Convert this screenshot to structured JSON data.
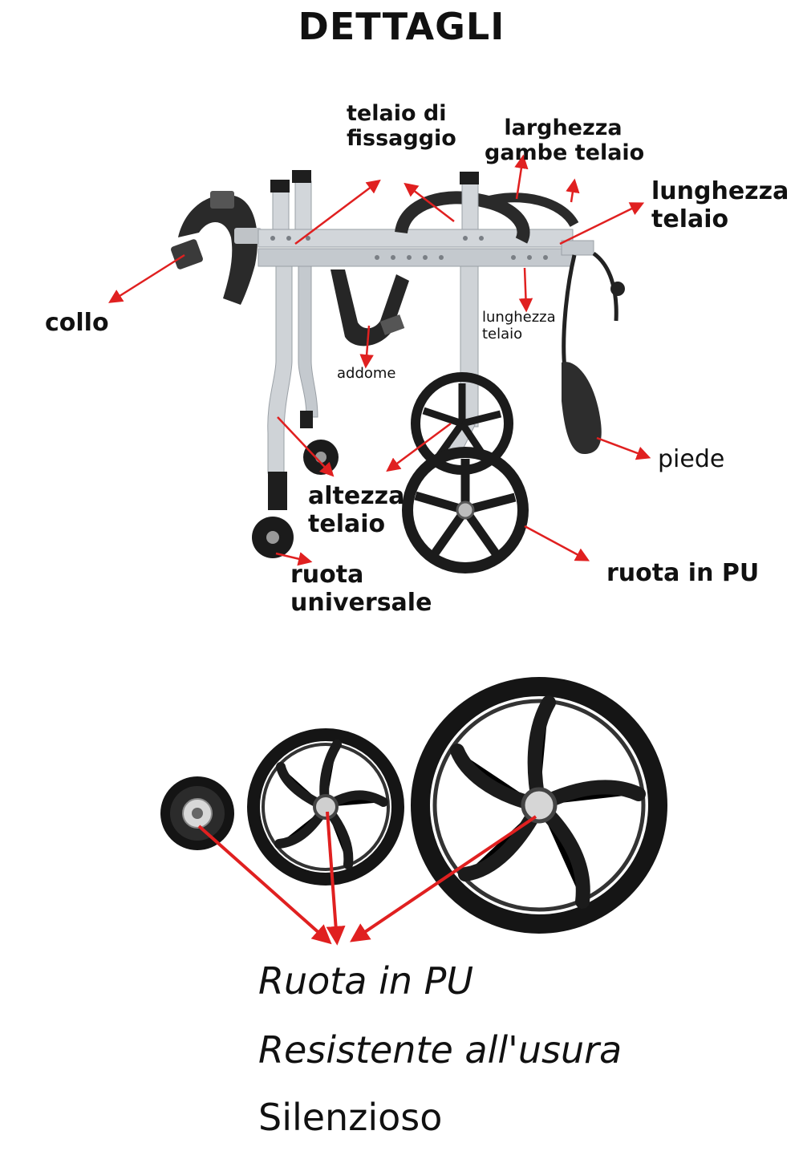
{
  "title": "DETTAGLI",
  "labels": {
    "telaio_fissaggio": [
      "telaio di",
      "fissaggio"
    ],
    "larghezza": [
      "larghezza",
      "gambe telaio"
    ],
    "lunghezza_top": [
      "lunghezza",
      "telaio"
    ],
    "collo": "collo",
    "lunghezza_small": [
      "lunghezza",
      "telaio"
    ],
    "addome": "addome",
    "piede": "piede",
    "altezza": [
      "altezza",
      "telaio"
    ],
    "ruota_universale": [
      "ruota",
      "universale"
    ],
    "ruota_pu": "ruota in PU"
  },
  "captions": {
    "line1": "Ruota in PU",
    "line2": "Resistente all'usura",
    "line3": "Silenzioso"
  },
  "colors": {
    "arrow": "#e02020",
    "frame": "#c9cdd1",
    "wheel": "#1b1b1b",
    "strap": "#222222"
  }
}
